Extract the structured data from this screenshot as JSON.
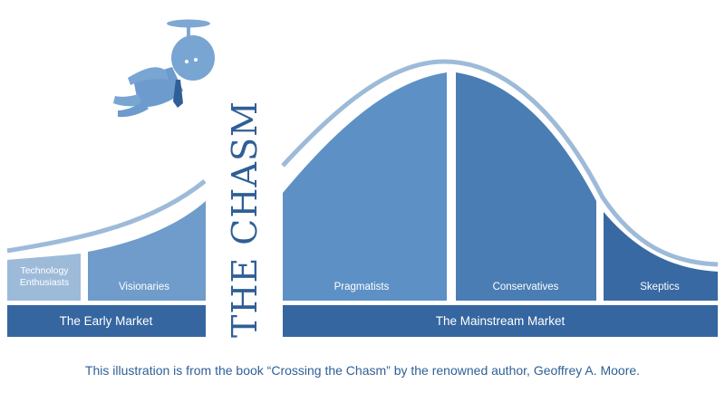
{
  "segments": {
    "technology_enthusiasts": {
      "line1": "Technology",
      "line2": "Enthusiasts"
    },
    "visionaries": "Visionaries",
    "pragmatists": "Pragmatists",
    "conservatives": "Conservatives",
    "skeptics": "Skeptics"
  },
  "bands": {
    "early_market": "The Early Market",
    "mainstream_market": "The Mainstream Market"
  },
  "chasm_title": "THE CHASM",
  "caption": "This illustration is from the book “Crossing the Chasm” by the renowned author, Geoffrey A. Moore.",
  "colors": {
    "technology_enthusiasts": "#9dbbd9",
    "visionaries": "#6f9ccb",
    "pragmatists": "#5d91c6",
    "conservatives": "#4a7db3",
    "skeptics": "#3869a3",
    "band": "#3566a0",
    "curve_outline": "#9dbbd9",
    "text": "#2f5f96"
  }
}
